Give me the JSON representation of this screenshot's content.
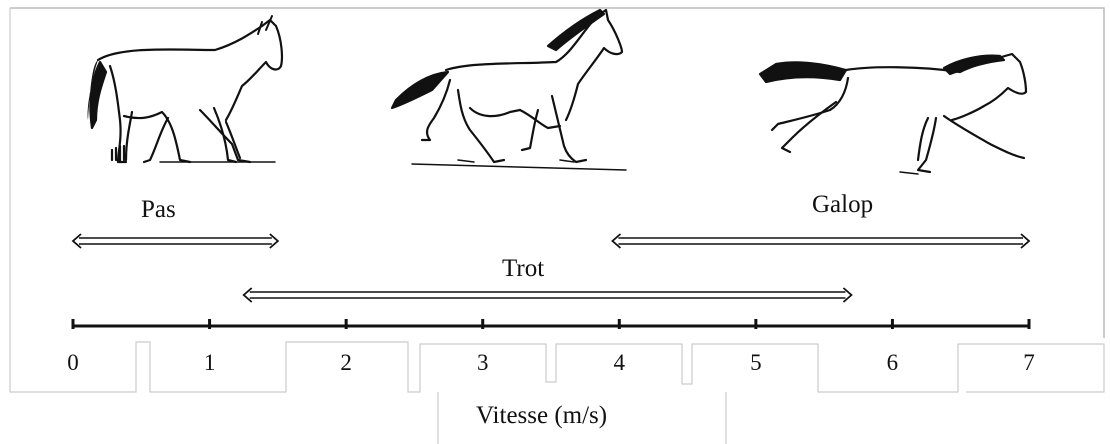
{
  "gaits": {
    "pas": {
      "label": "Pas",
      "speed_range": [
        0,
        1.5
      ]
    },
    "trot": {
      "label": "Trot",
      "speed_range": [
        1.25,
        5.7
      ]
    },
    "galop": {
      "label": "Galop",
      "speed_range": [
        3.95,
        7
      ]
    }
  },
  "axis": {
    "label": "Vitesse (m/s)",
    "min": 0,
    "max": 7,
    "ticks": [
      "0",
      "1",
      "2",
      "3",
      "4",
      "5",
      "6",
      "7"
    ]
  },
  "icons": [
    "horse-walk-icon",
    "horse-trot-icon",
    "horse-gallop-icon"
  ],
  "colors": {
    "ink": "#111111",
    "frame": "#bbbbbb"
  }
}
